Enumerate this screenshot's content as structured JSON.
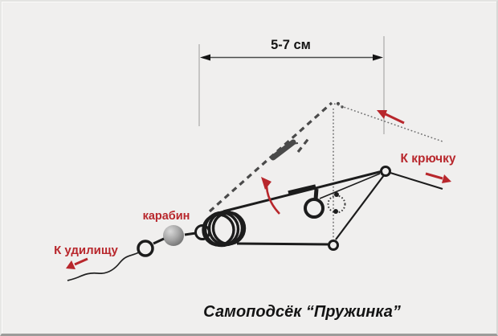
{
  "diagram": {
    "title": "Самоподсёк “Пружинка”",
    "dimension": {
      "label": "5-7 см"
    },
    "annotations": {
      "to_hook": "К крючку",
      "carabiner": "карабин",
      "to_rod": "К удилищу"
    },
    "colors": {
      "background": "#f0efee",
      "line_black": "#1c1c1c",
      "dashed_arm_gray": "#4a4a4a",
      "dotted_gray": "#6e6e6e",
      "dimension_gray": "#a9a9a9",
      "accent_red": "#b8272c"
    }
  }
}
